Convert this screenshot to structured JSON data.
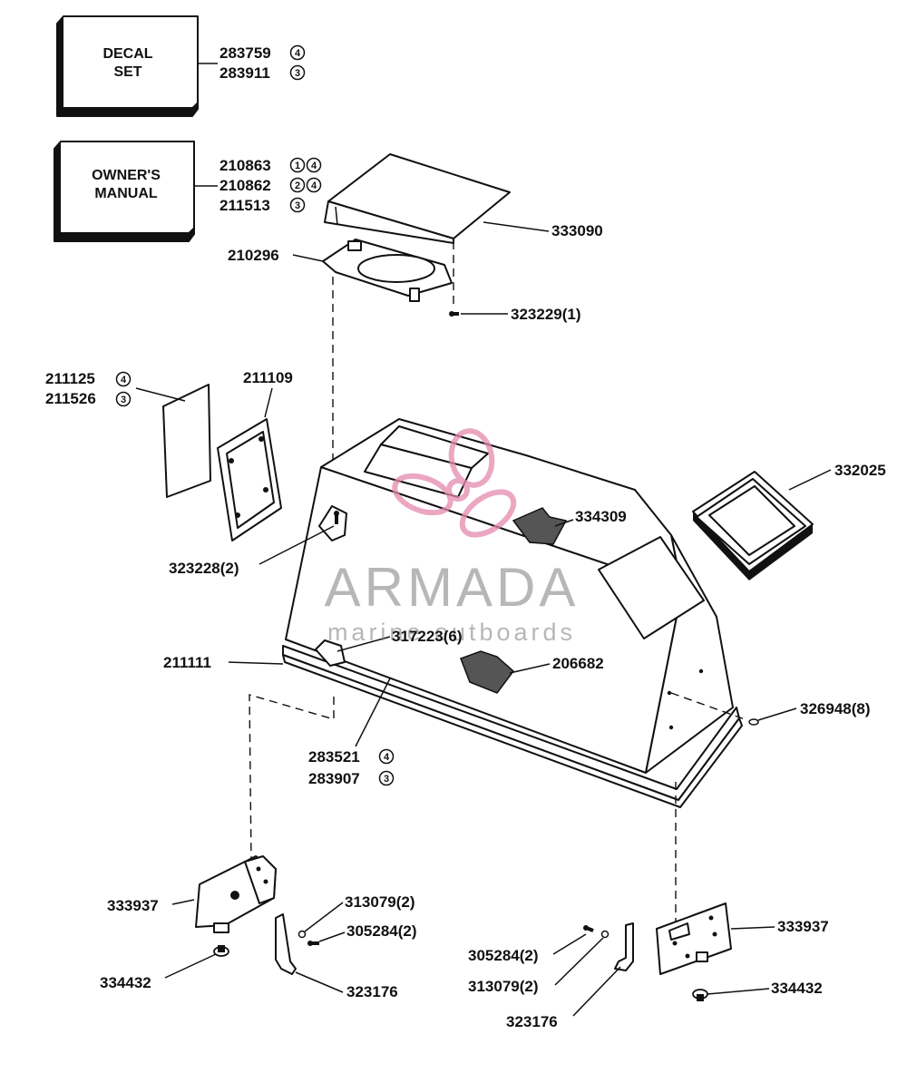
{
  "decal_box": {
    "line1": "DECAL",
    "line2": "SET"
  },
  "manual_box": {
    "line1": "OWNER'S",
    "line2": "MANUAL"
  },
  "callouts": {
    "decal_a": "283759",
    "decal_a_c1": "4",
    "decal_b": "283911",
    "decal_b_c1": "3",
    "manual_a": "210863",
    "manual_a_c1": "1",
    "manual_a_c2": "4",
    "manual_b": "210862",
    "manual_b_c1": "2",
    "manual_b_c2": "4",
    "manual_c": "211513",
    "manual_c_c1": "3",
    "seal_hood": "333090",
    "grommet_plate": "210296",
    "screw_top": "323229(1)",
    "window_a": "211125",
    "window_a_c1": "4",
    "window_b": "211526",
    "window_b_c1": "3",
    "window_frame": "211109",
    "screw_side": "323228(2)",
    "frame_right": "332025",
    "pad_top": "334309",
    "screw_front": "317223(6)",
    "seal_bottom": "211111",
    "pad_front": "206682",
    "rivet_right": "326948(8)",
    "cover_a": "283521",
    "cover_a_c1": "4",
    "cover_b": "283907",
    "cover_b_c1": "3",
    "latch_left": "333937",
    "washer_left": "313079(2)",
    "screw_left": "305284(2)",
    "bumper_left": "334432",
    "bracket_left": "323176",
    "screw_right": "305284(2)",
    "washer_right": "313079(2)",
    "bracket_right": "323176",
    "latch_right": "333937",
    "bumper_right": "334432"
  },
  "watermark": {
    "brand": "ARMADA",
    "tagline": "marine outboards"
  }
}
